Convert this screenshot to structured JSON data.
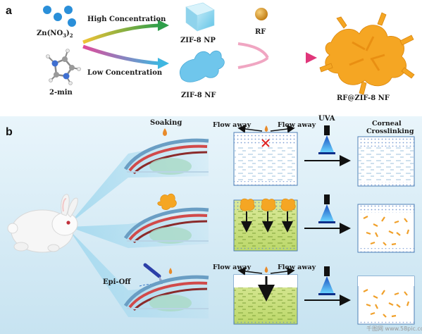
{
  "panel_a": {
    "letter": "a",
    "zn_label": "Zn(NO",
    "zn_sub3": "3",
    "zn_close": ")",
    "zn_sub2": "2",
    "mim_label": "2-min",
    "high_conc": "High Concentration",
    "low_conc": "Low Concentration",
    "np_label": "ZIF-8 NP",
    "nf_label": "ZIF-8 NF",
    "rf_label": "RF",
    "composite_label": "RF@ZIF-8 NF"
  },
  "panel_b": {
    "letter": "b",
    "soaking": "Soaking",
    "flow_away": "Flow away",
    "uva": "UVA",
    "crosslinking_line1": "Corneal",
    "crosslinking_line2": "Crosslinking",
    "epi_off": "Epi-Off"
  },
  "watermark": "千图网 www.58pic.com"
}
